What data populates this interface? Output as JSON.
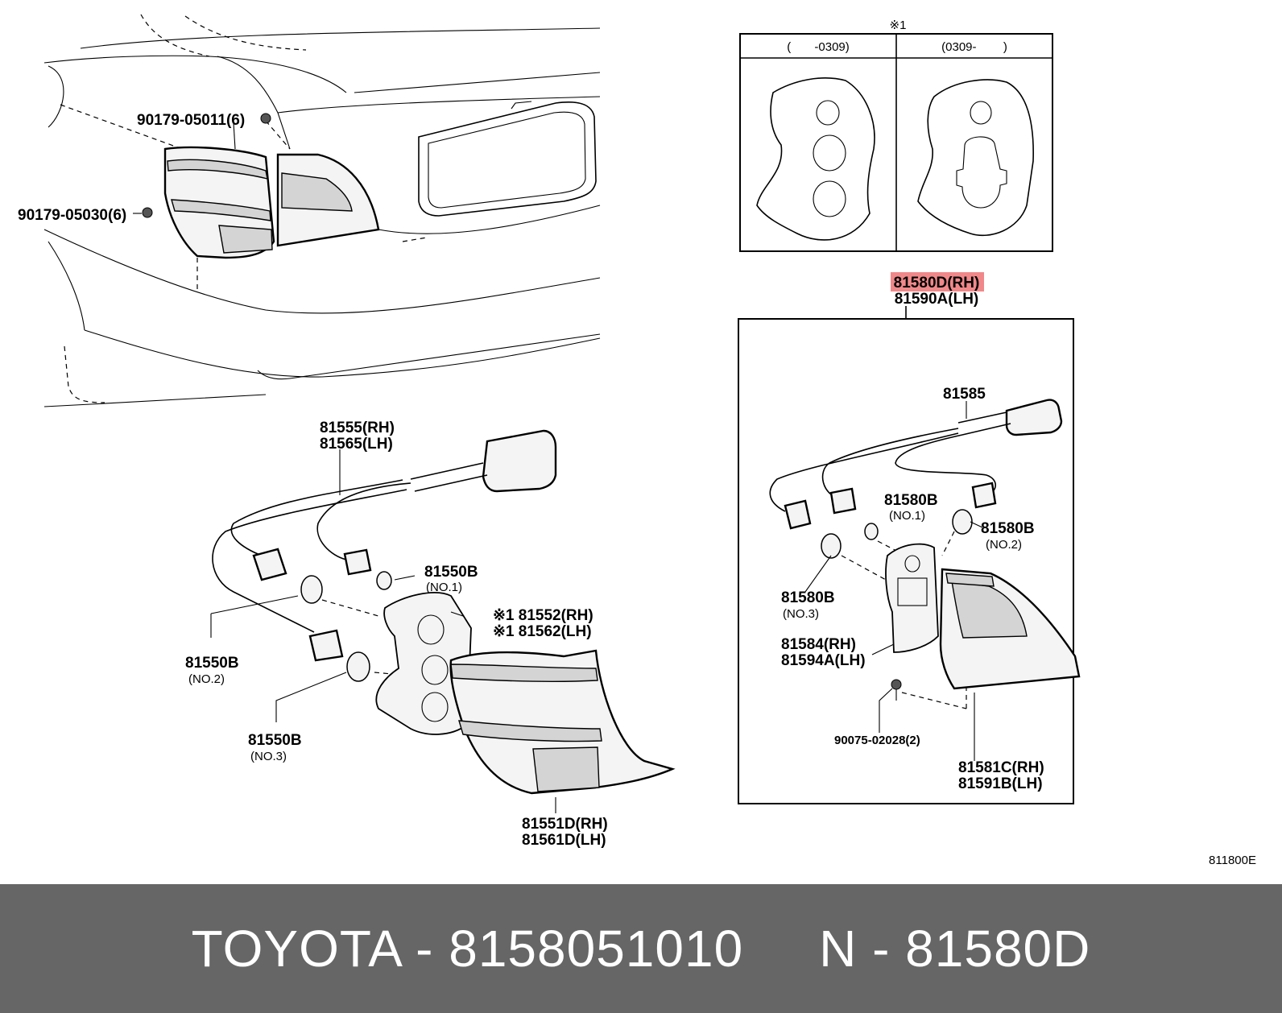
{
  "diagram": {
    "version_note_mark": "※1",
    "gasket_table": {
      "left_header": "(       -0309)",
      "right_header": "(0309-        )"
    },
    "assembly_label": {
      "highlighted": "81580D(RH)",
      "second": "81590A(LH)"
    },
    "labels": [
      {
        "id": "nut-1",
        "text": "90179-05011(6)"
      },
      {
        "id": "nut-2",
        "text": "90179-05030(6)"
      },
      {
        "id": "harness-left-rh",
        "text": "81555(RH)"
      },
      {
        "id": "harness-left-lh",
        "text": "81565(LH)"
      },
      {
        "id": "bulb-no1-left",
        "text": "81550B"
      },
      {
        "id": "bulb-no1-left-sub",
        "text": "(NO.1)"
      },
      {
        "id": "gasket-left-rh",
        "text": "※1 81552(RH)"
      },
      {
        "id": "gasket-left-lh",
        "text": "※1 81562(LH)"
      },
      {
        "id": "bulb-no2-left",
        "text": "81550B"
      },
      {
        "id": "bulb-no2-left-sub",
        "text": "(NO.2)"
      },
      {
        "id": "bulb-no3-left",
        "text": "81550B"
      },
      {
        "id": "bulb-no3-left-sub",
        "text": "(NO.3)"
      },
      {
        "id": "lens-left-rh",
        "text": "81551D(RH)"
      },
      {
        "id": "lens-left-lh",
        "text": "81561D(LH)"
      },
      {
        "id": "harness-right",
        "text": "81585"
      },
      {
        "id": "bulb-no1-right",
        "text": "81580B"
      },
      {
        "id": "bulb-no1-right-sub",
        "text": "(NO.1)"
      },
      {
        "id": "bulb-no2-right",
        "text": "81580B"
      },
      {
        "id": "bulb-no2-right-sub",
        "text": "(NO.2)"
      },
      {
        "id": "bulb-no3-right",
        "text": "81580B"
      },
      {
        "id": "bulb-no3-right-sub",
        "text": "(NO.3)"
      },
      {
        "id": "gasket-right-rh",
        "text": "81584(RH)"
      },
      {
        "id": "gasket-right-lh",
        "text": "81594A(LH)"
      },
      {
        "id": "screw-right",
        "text": "90075-02028(2)"
      },
      {
        "id": "lens-right-rh",
        "text": "81581C(RH)"
      },
      {
        "id": "lens-right-lh",
        "text": "81591B(LH)"
      }
    ],
    "figure_code": "811800E"
  },
  "footer": {
    "brand": "TOYOTA",
    "part_number": "8158051010",
    "ref_prefix": "N",
    "ref_code": "81580D"
  },
  "colors": {
    "footer_bg": "#666666",
    "highlight": "#f0888a",
    "footer_text": "#ffffff"
  }
}
